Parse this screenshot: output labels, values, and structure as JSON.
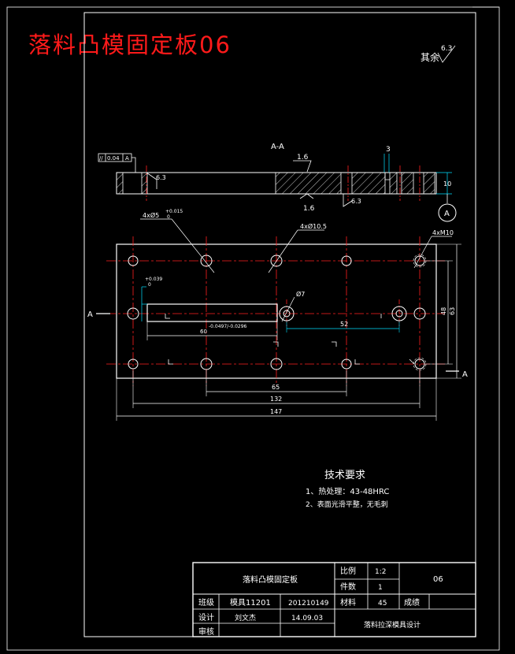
{
  "title": "落料凸模固定板06",
  "surface_note": {
    "label": "其余",
    "value": "6.3"
  },
  "section": {
    "label": "A-A",
    "roughness_top": "1.6",
    "roughness_bottom": "1.6",
    "roughness_side": "6.3",
    "dim_3": "3",
    "thickness": "10",
    "datum": "A"
  },
  "tolerance_frame": {
    "symbol": "//",
    "value": "0.04",
    "datum": "A"
  },
  "holes": {
    "small": {
      "label": "4xØ5",
      "tol_upper": "+0.015",
      "tol_lower": "0"
    },
    "medium": {
      "label": "4xØ10.5"
    },
    "thread": {
      "label": "4xM10"
    },
    "center": {
      "label": "Ø7"
    }
  },
  "slot": {
    "width": "60",
    "width_tol": "-0.0497/-0.0296",
    "width_text": "60",
    "height_tol_up": "+0.039",
    "height_tol_lo": "0"
  },
  "dims": {
    "d52": "52",
    "d65": "65",
    "d132": "132",
    "d147": "147",
    "d48": "48",
    "d63": "63"
  },
  "section_marks": {
    "left": "A",
    "right": "A"
  },
  "tech_req": {
    "heading": "技术要求",
    "items": [
      "1、热处理：43-48HRC",
      "2、表面光滑平整，无毛刺"
    ]
  },
  "title_block": {
    "part_name": "落料凸模固定板",
    "scale_label": "比例",
    "scale": "1:2",
    "qty_label": "件数",
    "qty": "1",
    "drawing_no": "06",
    "class_label": "班级",
    "class_value": "模具11201",
    "student_id": "201210149",
    "material_label": "材料",
    "material": "45",
    "grade_label": "成绩",
    "design_label": "设计",
    "designer": "刘文杰",
    "date": "14.09.03",
    "review_label": "审核",
    "project": "落料拉深模具设计"
  },
  "colors": {
    "background": "#000000",
    "line": "#ffffff",
    "center_line": "#ff2020",
    "dimension": "#00e0ff",
    "title": "#ff1a1a"
  }
}
